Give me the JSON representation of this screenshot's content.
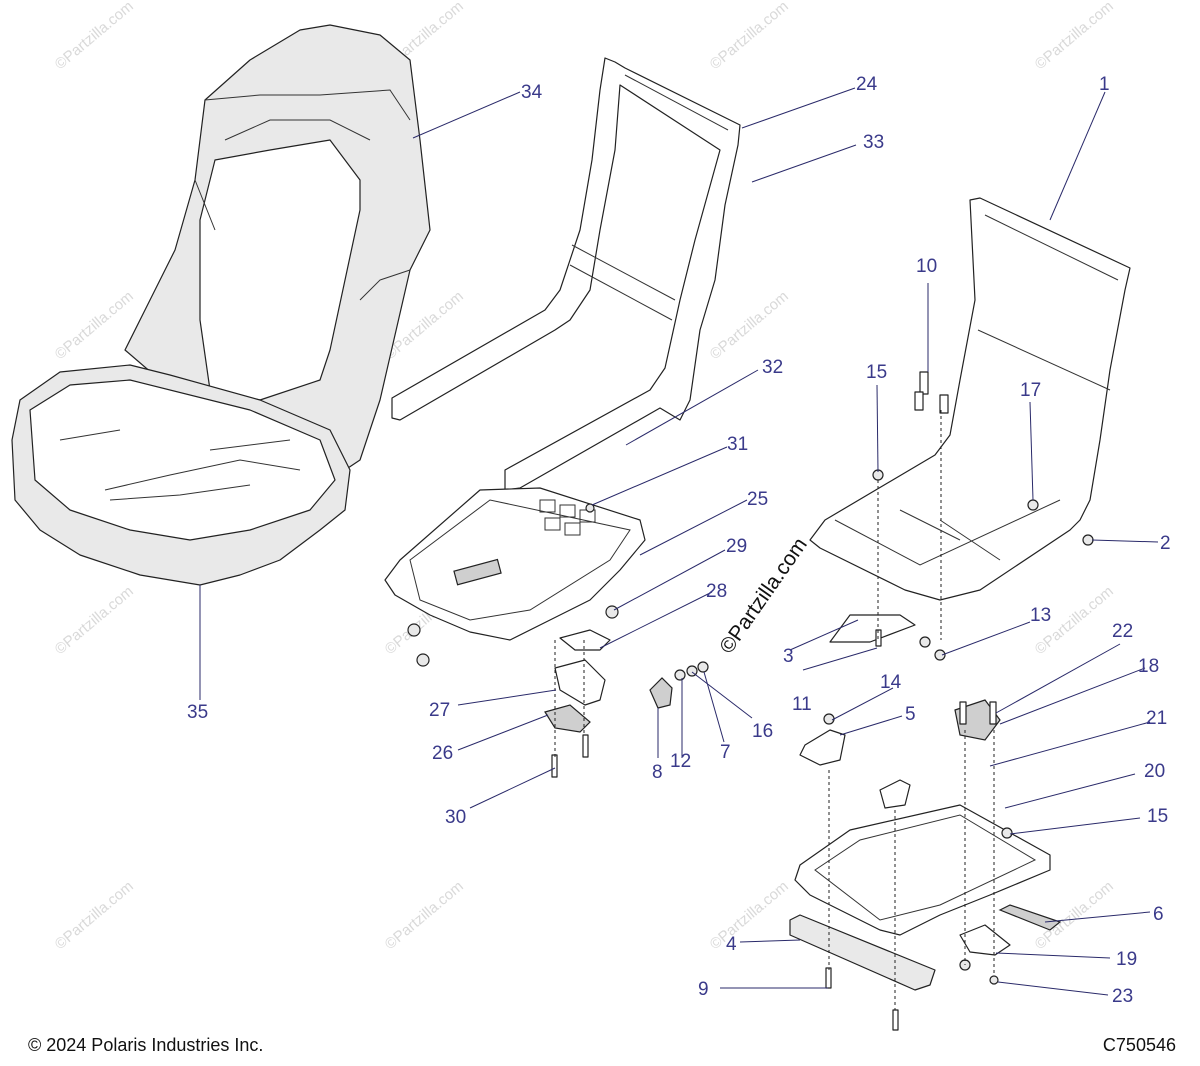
{
  "callouts": [
    {
      "label": "1"
    },
    {
      "label": "2"
    },
    {
      "label": "3"
    },
    {
      "label": "4"
    },
    {
      "label": "5"
    },
    {
      "label": "6"
    },
    {
      "label": "7"
    },
    {
      "label": "8"
    },
    {
      "label": "9"
    },
    {
      "label": "10"
    },
    {
      "label": "11"
    },
    {
      "label": "12"
    },
    {
      "label": "13"
    },
    {
      "label": "14"
    },
    {
      "label": "15"
    },
    {
      "label": "15"
    },
    {
      "label": "16"
    },
    {
      "label": "17"
    },
    {
      "label": "18"
    },
    {
      "label": "19"
    },
    {
      "label": "20"
    },
    {
      "label": "21"
    },
    {
      "label": "22"
    },
    {
      "label": "23"
    },
    {
      "label": "24"
    },
    {
      "label": "25"
    },
    {
      "label": "26"
    },
    {
      "label": "27"
    },
    {
      "label": "28"
    },
    {
      "label": "29"
    },
    {
      "label": "30"
    },
    {
      "label": "31"
    },
    {
      "label": "32"
    },
    {
      "label": "33"
    },
    {
      "label": "34"
    },
    {
      "label": "35"
    }
  ],
  "watermark": {
    "small": "©Partzilla.com",
    "large": "©Partzilla.com"
  },
  "footer": {
    "copyright": "© 2024 Polaris Industries Inc.",
    "code": "C750546"
  }
}
